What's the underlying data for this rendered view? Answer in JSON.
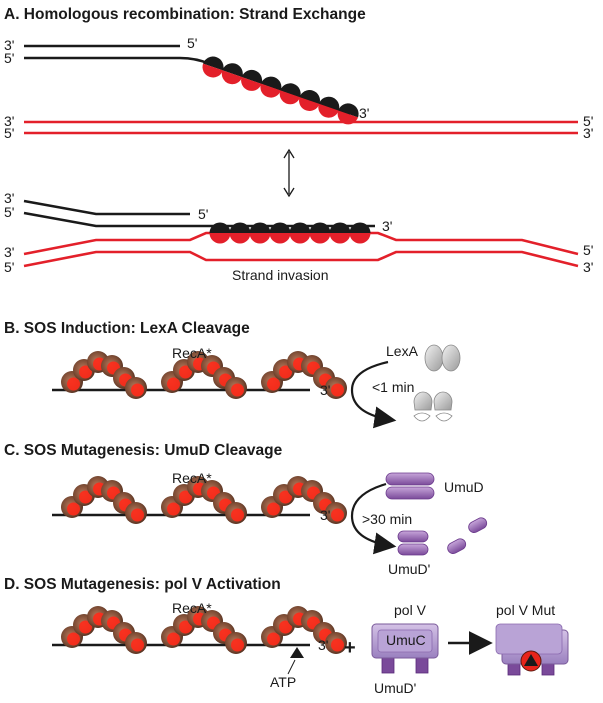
{
  "panels": {
    "a": {
      "title": "A. Homologous recombination: Strand Exchange",
      "top": {
        "left_3": "3'",
        "left_5": "5'",
        "overhang_5": "5'",
        "filament_3": "3'",
        "dup_left_3": "3'",
        "dup_left_5": "5'",
        "dup_right_5": "5'",
        "dup_right_3": "3'"
      },
      "bottom": {
        "left_3": "3'",
        "left_5": "5'",
        "overhang_5": "5'",
        "filament_3": "3'",
        "dup_left_3": "3'",
        "dup_left_5": "5'",
        "dup_right_5": "5'",
        "dup_right_3": "3'",
        "caption": "Strand invasion"
      }
    },
    "b": {
      "title": "B. SOS Induction: LexA Cleavage",
      "reca": "RecA*",
      "end_3": "3'",
      "protein": "LexA",
      "time": "<1 min"
    },
    "c": {
      "title": "C. SOS Mutagenesis: UmuD Cleavage",
      "reca": "RecA*",
      "end_3": "3'",
      "protein": "UmuD",
      "time": ">30 min",
      "product": "UmuD'"
    },
    "d": {
      "title": "D. SOS Mutagenesis: pol V Activation",
      "reca": "RecA*",
      "end_3": "3'",
      "atp": "ATP",
      "plus": "+",
      "polv": "pol V",
      "umuc": "UmuC",
      "umud": "UmuD'",
      "polv_mut": "pol V Mut"
    }
  },
  "colors": {
    "dna_black": "#1a1a1a",
    "dna_red": "#e3202a",
    "reca_brown": "#7a4a33",
    "reca_core": "#ff2a1a",
    "lexa_grey": "#c9c9c9",
    "umud_purple": "#9a63b3",
    "polv_purple": "#a98ac6",
    "polv_dark": "#6b3a8c"
  }
}
